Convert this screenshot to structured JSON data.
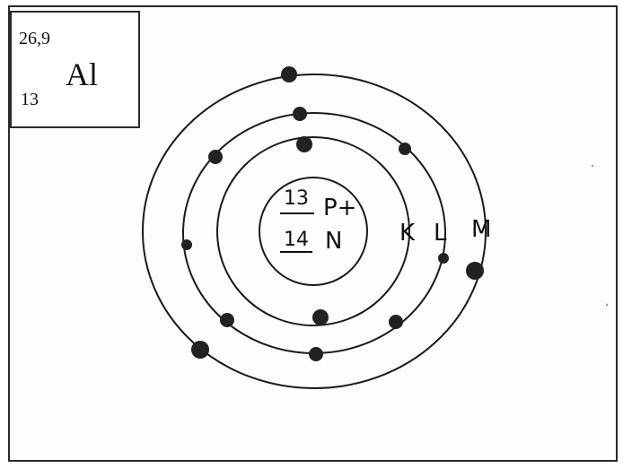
{
  "element": {
    "mass": "26,9",
    "symbol": "Al",
    "atomic_number": "13"
  },
  "nucleus": {
    "protons_count": "13",
    "protons_label": "P+",
    "neutrons_count": "14",
    "neutrons_label": "N"
  },
  "shells": {
    "k_label": "K",
    "l_label": "L",
    "m_label": "M"
  }
}
